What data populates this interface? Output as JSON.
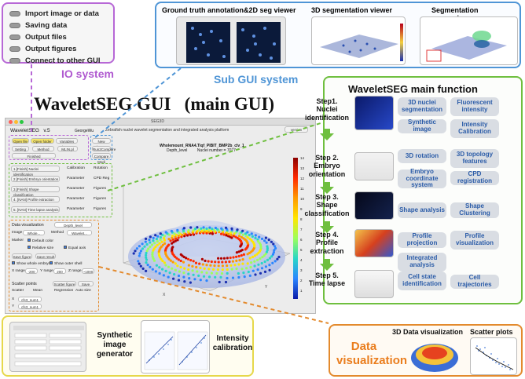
{
  "io_system": {
    "title": "IO system",
    "items": [
      "Import image or data",
      "Saving data",
      "Output files",
      "Output figures",
      "Connect to other GUI"
    ]
  },
  "sub_gui": {
    "title": "Sub GUI system",
    "viewers": [
      "Ground truth annotation&2D seg viewer",
      "3D segmentation viewer",
      "Segmentation comparison"
    ]
  },
  "main_title": "WaveletSEG GUI   (main GUI)",
  "main_function": {
    "title": "WaveletSEG main function",
    "steps": [
      {
        "label": "Step1.\nNuclei\nidentification",
        "features": [
          "3D nuclei segmentation",
          "Fluorescent intensity",
          "Synthetic image",
          "Intensity Calibration"
        ]
      },
      {
        "label": "Step 2.\nEmbryo\norientation",
        "features": [
          "3D rotation",
          "3D topology features",
          "Embryo coordinate system",
          "CPD registration"
        ]
      },
      {
        "label": "Step 3.\nShape\nclassification",
        "features": [
          "Shape analysis",
          "Shape Clustering"
        ]
      },
      {
        "label": "Step 4.\nProfile\nextraction",
        "features": [
          "Profile projection",
          "Profile visualization",
          "Integrated analysis"
        ]
      },
      {
        "label": "Step 5.\nTime lapse",
        "features": [
          "Cell state identification",
          "Cell trajectories"
        ]
      }
    ]
  },
  "bottom_left": {
    "labels": [
      "Synthetic image generator",
      "Intensity calibration"
    ]
  },
  "data_vis": {
    "title": "Data visualization",
    "labels": [
      "3D Data visualization",
      "Scatter plots"
    ]
  },
  "gui": {
    "window_title": "SEG3D",
    "app_name": "WaveletSEG   v.5",
    "author": "GeorgeWu",
    "subtitle": "Zebrafish nuclei wavelet segmentation and integrated analysis platform",
    "version_btn": "version",
    "top_buttons": [
      "Open file",
      "Open folder",
      "Variables image",
      "New image",
      "Setting",
      "Method",
      "MLIN.pl",
      "Run2Compare",
      "Finished",
      "Compare Modi"
    ],
    "step_rows": [
      {
        "label": "1.[Finish]  Nuclei identification",
        "a": "Calibration",
        "b": "Rotation"
      },
      {
        "label": "2.[Finish]  Embryo orientation",
        "a": "Parameter",
        "b": "CPD Reg"
      },
      {
        "label": "3.[Finish]  Shape classification",
        "a": "Parameter",
        "b": "Figures"
      },
      {
        "label": "4. [NAN]  Profile extraction",
        "a": "Parameter",
        "b": "Figures"
      },
      {
        "label": "5. [NAN]  Time lapse analysis",
        "a": "Parameter",
        "b": "Figures"
      }
    ],
    "dv_title": "Data visualization",
    "dv_select": "Depth_level",
    "image_label": "Image",
    "image_select": "Whole...",
    "method_label": "Method",
    "method_select": "Wavelet...",
    "marker_label": "Marker",
    "checkbox_labels": [
      "Default color",
      "Relative size",
      "Equal axis",
      "Show whole embryo",
      "Show outer shell"
    ],
    "save_btns": [
      "Save figure",
      "Save result"
    ],
    "range_labels": [
      "X range",
      "Y range",
      "Z range"
    ],
    "range_values": [
      "-200",
      "200",
      "~1000"
    ],
    "fig_title": "Wholemount_RNA4.Tiqf_PIBIT_BMP2b_clv_1",
    "fig_subtitle": "Depth_level         Nuclei number = 7077",
    "colorbar_ticks": [
      "14",
      "13",
      "12",
      "11",
      "10",
      "9",
      "8",
      "7",
      "6",
      "5",
      "4",
      "3",
      "2",
      "1"
    ],
    "scatter_title": "Scatter points",
    "scatter_btns": [
      "Scatter figure",
      "Save"
    ],
    "scatter_checks": [
      "Scatter",
      "Mean",
      "Regression",
      "Auto size"
    ],
    "axis_labels": [
      "X",
      "Y"
    ],
    "axis_values": [
      "cfs3_num1",
      "cfs3_num1"
    ]
  },
  "colors": {
    "io_border": "#b768d6",
    "io_title": "#b05ad0",
    "sub_border": "#4f95d6",
    "sub_title": "#4f95d6",
    "main_border": "#6fbf3f",
    "yellow_border": "#e6d84a",
    "orange_border": "#e38a2d",
    "orange_title": "#ea7d1d",
    "feature_text": "#2b5ca8"
  }
}
